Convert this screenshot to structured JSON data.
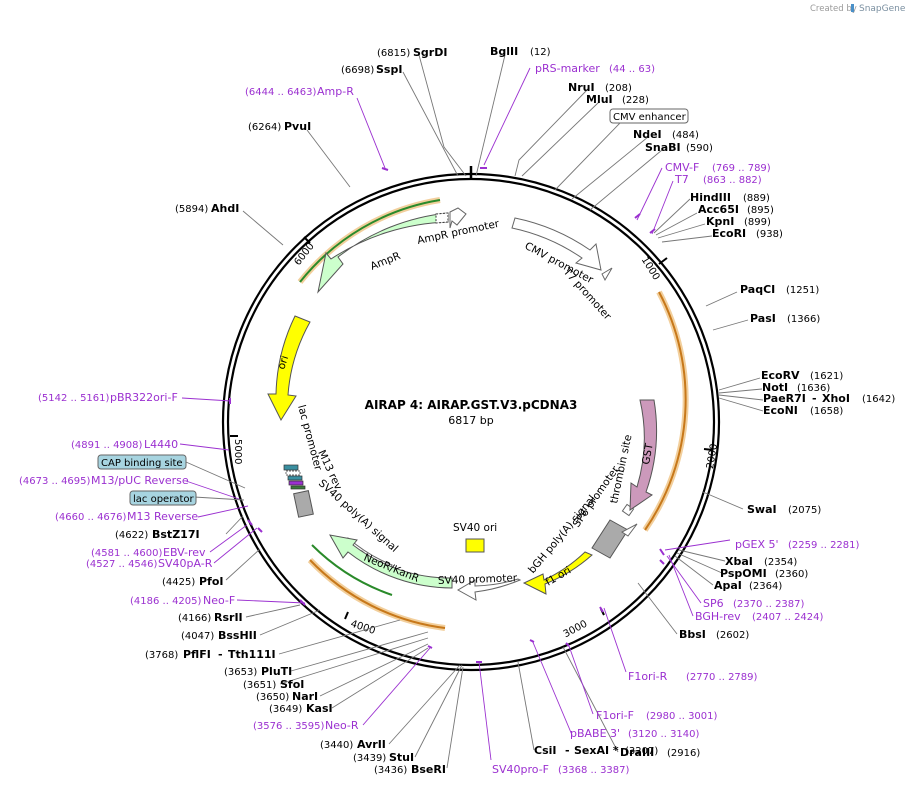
{
  "credit": {
    "prefix": "Created by",
    "brand": "SnapGene"
  },
  "plasmid": {
    "name": "AIRAP 4: AIRAP.GST.V3.pCDNA3",
    "length": "6817 bp"
  },
  "ticks": [
    "1000",
    "2000",
    "3000",
    "4000",
    "5000",
    "6000"
  ],
  "features": [
    {
      "label": "AmpR promoter",
      "color": "#ffffff"
    },
    {
      "label": "AmpR",
      "color": "#ccffcc"
    },
    {
      "label": "CMV promoter",
      "color": "#ffffff"
    },
    {
      "label": "T7 promoter",
      "color": "#ffffff"
    },
    {
      "label": "ori",
      "color": "#ffff00"
    },
    {
      "label": "lac promoter",
      "color": "#ffffff"
    },
    {
      "label": "M13 rev",
      "color": "#ffffff"
    },
    {
      "label": "SV40 poly(A) signal",
      "color": "#ffffff"
    },
    {
      "label": "NeoR/KanR",
      "color": "#ccffcc"
    },
    {
      "label": "SV40 promoter",
      "color": "#ffffff"
    },
    {
      "label": "SV40 ori",
      "color": "#ffff00"
    },
    {
      "label": "f1 ori",
      "color": "#ffff00"
    },
    {
      "label": "bGH poly(A) signal",
      "color": "#aaaaaa"
    },
    {
      "label": "SP6 promoter",
      "color": "#ffffff"
    },
    {
      "label": "thrombin site",
      "color": "#ffffff"
    },
    {
      "label": "GST",
      "color": "#cc99bb"
    }
  ],
  "boxed_features": [
    {
      "label": "CMV enhancer",
      "fill": "#ffffff"
    },
    {
      "label": "CAP binding site",
      "fill": "#a7d4e0"
    },
    {
      "label": "lac operator",
      "fill": "#a7d4e0"
    }
  ],
  "enzymes": [
    {
      "name": "SgrDI",
      "pos": "(6815)"
    },
    {
      "name": "BglII",
      "pos": "(12)"
    },
    {
      "name": "SspI",
      "pos": "(6698)"
    },
    {
      "name": "NruI",
      "pos": "(208)"
    },
    {
      "name": "MluI",
      "pos": "(228)"
    },
    {
      "name": "PvuI",
      "pos": "(6264)"
    },
    {
      "name": "NdeI",
      "pos": "(484)"
    },
    {
      "name": "SnaBI",
      "pos": "(590)"
    },
    {
      "name": "HindIII",
      "pos": "(889)"
    },
    {
      "name": "Acc65I",
      "pos": "(895)"
    },
    {
      "name": "KpnI",
      "pos": "(899)"
    },
    {
      "name": "EcoRI",
      "pos": "(938)"
    },
    {
      "name": "AhdI",
      "pos": "(5894)"
    },
    {
      "name": "PaqCI",
      "pos": "(1251)"
    },
    {
      "name": "PasI",
      "pos": "(1366)"
    },
    {
      "name": "EcoRV",
      "pos": "(1621)"
    },
    {
      "name": "NotI",
      "pos": "(1636)"
    },
    {
      "name": "PaeR7I",
      "name2": "XhoI",
      "pos": "(1642)"
    },
    {
      "name": "EcoNI",
      "pos": "(1658)"
    },
    {
      "name": "SwaI",
      "pos": "(2075)"
    },
    {
      "name": "BstZ17I",
      "pos": "(4622)"
    },
    {
      "name": "XbaI",
      "pos": "(2354)"
    },
    {
      "name": "PspOMI",
      "pos": "(2360)"
    },
    {
      "name": "ApaI",
      "pos": "(2364)"
    },
    {
      "name": "PfoI",
      "pos": "(4425)"
    },
    {
      "name": "BbsI",
      "pos": "(2602)"
    },
    {
      "name": "RsrII",
      "pos": "(4166)"
    },
    {
      "name": "BssHII",
      "pos": "(4047)"
    },
    {
      "name": "PflFI",
      "name2": "Tth111I",
      "pos": "(3768)"
    },
    {
      "name": "PluTI",
      "pos": "(3653)"
    },
    {
      "name": "SfoI",
      "pos": "(3651)"
    },
    {
      "name": "NarI",
      "pos": "(3650)"
    },
    {
      "name": "KasI",
      "pos": "(3649)"
    },
    {
      "name": "DraIII",
      "pos": "(2916)"
    },
    {
      "name": "AvrII",
      "pos": "(3440)"
    },
    {
      "name": "StuI",
      "pos": "(3439)"
    },
    {
      "name": "BseRI",
      "pos": "(3436)"
    },
    {
      "name": "CsiI",
      "name2": "SexAI *",
      "pos": "(3207)"
    }
  ],
  "primers": [
    {
      "name": "pRS-marker",
      "range": "(44 .. 63)"
    },
    {
      "name": "Amp-R",
      "range": "(6444 .. 6463)"
    },
    {
      "name": "CMV-F",
      "range": "(769 .. 789)"
    },
    {
      "name": "T7",
      "range": "(863 .. 882)"
    },
    {
      "name": "pBR322ori-F",
      "range": "(5142 .. 5161)"
    },
    {
      "name": "L4440",
      "range": "(4891 .. 4908)"
    },
    {
      "name": "M13/pUC Reverse",
      "range": "(4673 .. 4695)"
    },
    {
      "name": "M13 Reverse",
      "range": "(4660 .. 4676)"
    },
    {
      "name": "EBV-rev",
      "range": "(4581 .. 4600)"
    },
    {
      "name": "SV40pA-R",
      "range": "(4527 .. 4546)"
    },
    {
      "name": "Neo-F",
      "range": "(4186 .. 4205)"
    },
    {
      "name": "pGEX 5'",
      "range": "(2259 .. 2281)"
    },
    {
      "name": "SP6",
      "range": "(2370 .. 2387)"
    },
    {
      "name": "BGH-rev",
      "range": "(2407 .. 2424)"
    },
    {
      "name": "F1ori-R",
      "range": "(2770 .. 2789)"
    },
    {
      "name": "F1ori-F",
      "range": "(2980 .. 3001)"
    },
    {
      "name": "pBABE 3'",
      "range": "(3120 .. 3140)"
    },
    {
      "name": "Neo-R",
      "range": "(3576 .. 3595)"
    },
    {
      "name": "SV40pro-F",
      "range": "(3368 .. 3387)"
    }
  ]
}
